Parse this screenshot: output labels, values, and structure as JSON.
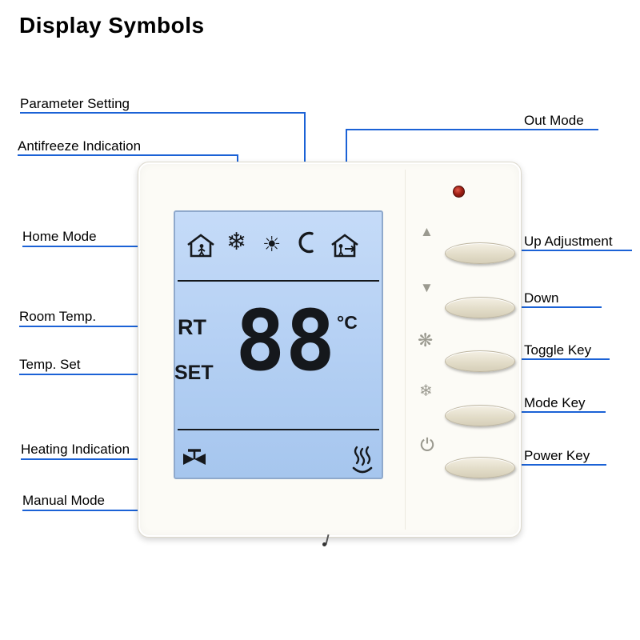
{
  "title": "Display Symbols",
  "colors": {
    "accent": "#1b62d6",
    "lcd": "#b3cff3",
    "device": "#fcfbf6",
    "button": "#e3ddc9",
    "led": "#a02015"
  },
  "callouts": {
    "parameter_setting": "Parameter Setting",
    "antifreeze": "Antifreeze Indication",
    "out_mode": "Out Mode",
    "home_mode": "Home Mode",
    "room_temp": "Room Temp.",
    "temp_set": "Temp. Set",
    "heating": "Heating Indication",
    "manual_mode": "Manual Mode",
    "up": "Up Adjustment",
    "down": "Down",
    "toggle": "Toggle Key",
    "mode": "Mode Key",
    "power": "Power Key"
  },
  "lcd": {
    "rt_label": "RT",
    "set_label": "SET",
    "temperature": "88",
    "unit": "°C",
    "top_icons": [
      "home-mode",
      "antifreeze-snowflake",
      "sun",
      "parameter-moon",
      "out-mode"
    ],
    "bottom_icons": [
      "heating-valve",
      "manual-flame"
    ]
  },
  "glyphs": {
    "snowflake": "❄",
    "sun": "☀",
    "up_triangle": "▲",
    "down_triangle": "▼",
    "fan": "❋",
    "mode_snowflake": "❄"
  },
  "buttons": [
    "up",
    "down",
    "toggle",
    "mode",
    "power"
  ]
}
